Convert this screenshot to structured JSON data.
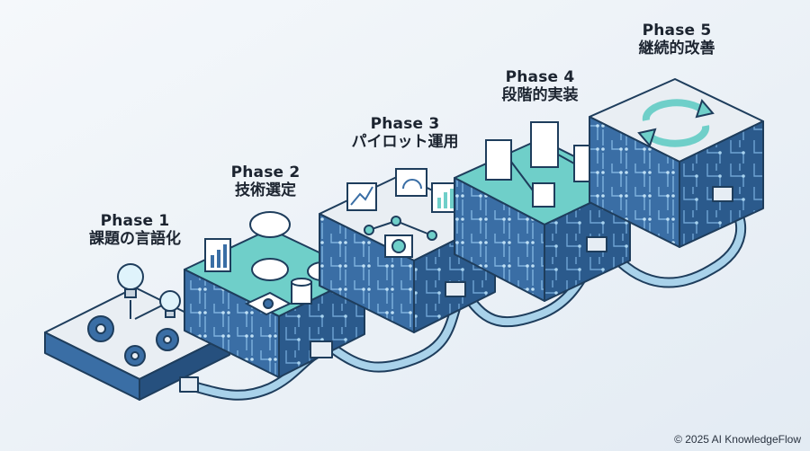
{
  "phases": [
    {
      "phase": "Phase 1",
      "title": "課題の言語化"
    },
    {
      "phase": "Phase 2",
      "title": "技術選定"
    },
    {
      "phase": "Phase 3",
      "title": "パイロット運用"
    },
    {
      "phase": "Phase 4",
      "title": "段階的実装"
    },
    {
      "phase": "Phase 5",
      "title": "継続的改善"
    }
  ],
  "copyright": "© 2025 AI KnowledgeFlow",
  "colors": {
    "background": "#eef3f8",
    "block_top": "#e9eef3",
    "block_side": "#3a6ea5",
    "block_side_dark": "#26507e",
    "accent": "#6fcfc9",
    "outline": "#1e3d5c"
  }
}
